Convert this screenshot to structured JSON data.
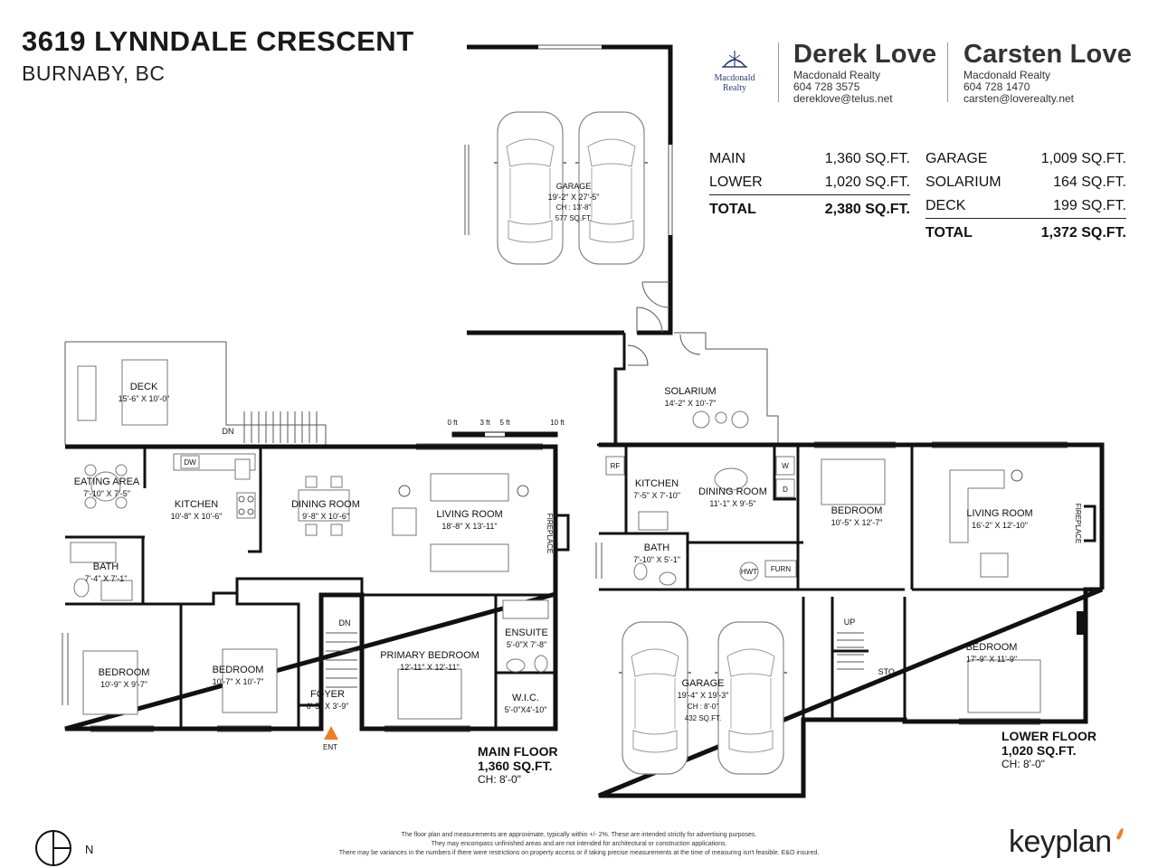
{
  "address": {
    "line1": "3619 LYNNDALE CRESCENT",
    "line2": "BURNABY, BC"
  },
  "brokerage_logo": {
    "line1": "Macdonald",
    "line2": "Realty"
  },
  "agents": [
    {
      "name": "Derek Love",
      "company": "Macdonald Realty",
      "phone": "604 728 3575",
      "email": "dereklove@telus.net"
    },
    {
      "name": "Carsten Love",
      "company": "Macdonald Realty",
      "phone": "604 728 1470",
      "email": "carsten@loverealty.net"
    }
  ],
  "area_summary": {
    "left": [
      {
        "label": "MAIN",
        "value": "1,360 SQ.FT."
      },
      {
        "label": "LOWER",
        "value": "1,020 SQ.FT."
      }
    ],
    "left_total": {
      "label": "TOTAL",
      "value": "2,380 SQ.FT."
    },
    "right": [
      {
        "label": "GARAGE",
        "value": "1,009 SQ.FT."
      },
      {
        "label": "SOLARIUM",
        "value": "164 SQ.FT."
      },
      {
        "label": "DECK",
        "value": "199 SQ.FT."
      }
    ],
    "right_total": {
      "label": "TOTAL",
      "value": "1,372 SQ.FT."
    }
  },
  "rooms": {
    "garage_upper": {
      "name": "GARAGE",
      "dims": "19'-2\" X 27'-5\"",
      "ch": "CH : 13'-8\"",
      "area": "577 SQ.FT."
    },
    "deck": {
      "name": "DECK",
      "dims": "15'-6\" X 10'-0\""
    },
    "eating_area": {
      "name": "EATING AREA",
      "dims": "7'-10\" X 7'-5\""
    },
    "kitchen_main": {
      "name": "KITCHEN",
      "dims": "10'-8\" X 10'-6\""
    },
    "dining_main": {
      "name": "DINING ROOM",
      "dims": "9'-8\" X 10'-6\""
    },
    "living_main": {
      "name": "LIVING ROOM",
      "dims": "18'-8\" X 13'-11\""
    },
    "bath_main": {
      "name": "BATH",
      "dims": "7'-4\" X 7'-1\""
    },
    "bedroom_main_1": {
      "name": "BEDROOM",
      "dims": "10'-9\" X 9'-7\""
    },
    "bedroom_main_2": {
      "name": "BEDROOM",
      "dims": "10'-7\" X 10'-7\""
    },
    "foyer": {
      "name": "FOYER",
      "dims": "6'-5\" X 3'-9\""
    },
    "primary_bedroom": {
      "name": "PRIMARY BEDROOM",
      "dims": "12'-11\" X 12'-11\""
    },
    "ensuite": {
      "name": "ENSUITE",
      "dims": "5'-0\"X 7'-8\""
    },
    "wic": {
      "name": "W.I.C.",
      "dims": "5'-0\"X4'-10\""
    },
    "solarium": {
      "name": "SOLARIUM",
      "dims": "14'-2\" X 10'-7\""
    },
    "kitchen_lower": {
      "name": "KITCHEN",
      "dims": "7'-5\" X 7'-10\""
    },
    "dining_lower": {
      "name": "DINING ROOM",
      "dims": "11'-1\" X 9'-5\""
    },
    "bedroom_lower_1": {
      "name": "BEDROOM",
      "dims": "10'-5\" X 12'-7\""
    },
    "living_lower": {
      "name": "LIVING ROOM",
      "dims": "16'-2\" X 12'-10\""
    },
    "bath_lower": {
      "name": "BATH",
      "dims": "7'-10\" X 5'-1\""
    },
    "garage_lower": {
      "name": "GARAGE",
      "dims": "19'-4\" X 19'-3\"",
      "ch": "CH : 8'-0\"",
      "area": "432 SQ.FT."
    },
    "bedroom_lower_2": {
      "name": "BEDROOM",
      "dims": "17'-9\" X 11'-9\""
    }
  },
  "small_labels": {
    "dn_deck": "DN",
    "dn_stair": "DN",
    "up": "UP",
    "sto": "STO.",
    "ent": "ENT",
    "fireplace_main": "FIREPLACE",
    "fireplace_lower": "FIREPLACE",
    "rf": "RF",
    "dw": "DW",
    "w": "W",
    "d": "D",
    "hwt": "HWT",
    "furn": "FURN"
  },
  "scale_bar": {
    "t0": "0 ft",
    "t3": "3 ft",
    "t5": "5 ft",
    "t10": "10 ft"
  },
  "main_floor": {
    "title": "MAIN FLOOR",
    "area": "1,360 SQ.FT.",
    "ch": "CH: 8'-0\""
  },
  "lower_floor": {
    "title": "LOWER FLOOR",
    "area": "1,020 SQ.FT.",
    "ch": "CH: 8'-0\""
  },
  "north": {
    "label": "N"
  },
  "disclaimer": [
    "The floor plan and measurements are approximate, typically within +/- 2%. These are intended strictly for advertising purposes.",
    "They may encompass unfinished areas and are not intended for architectural or construction applications.",
    "There may be variances in the numbers if there were restrictions on property access or if taking precise measurements at the time of measuring isn't feasible. E&O insured."
  ],
  "keyplan_logo": {
    "text": "keyplan"
  },
  "colors": {
    "wall": "#111111",
    "logo_blue": "#2c3e73",
    "keyplan_accent": "#f07d24",
    "ent_marker": "#f07d24"
  }
}
